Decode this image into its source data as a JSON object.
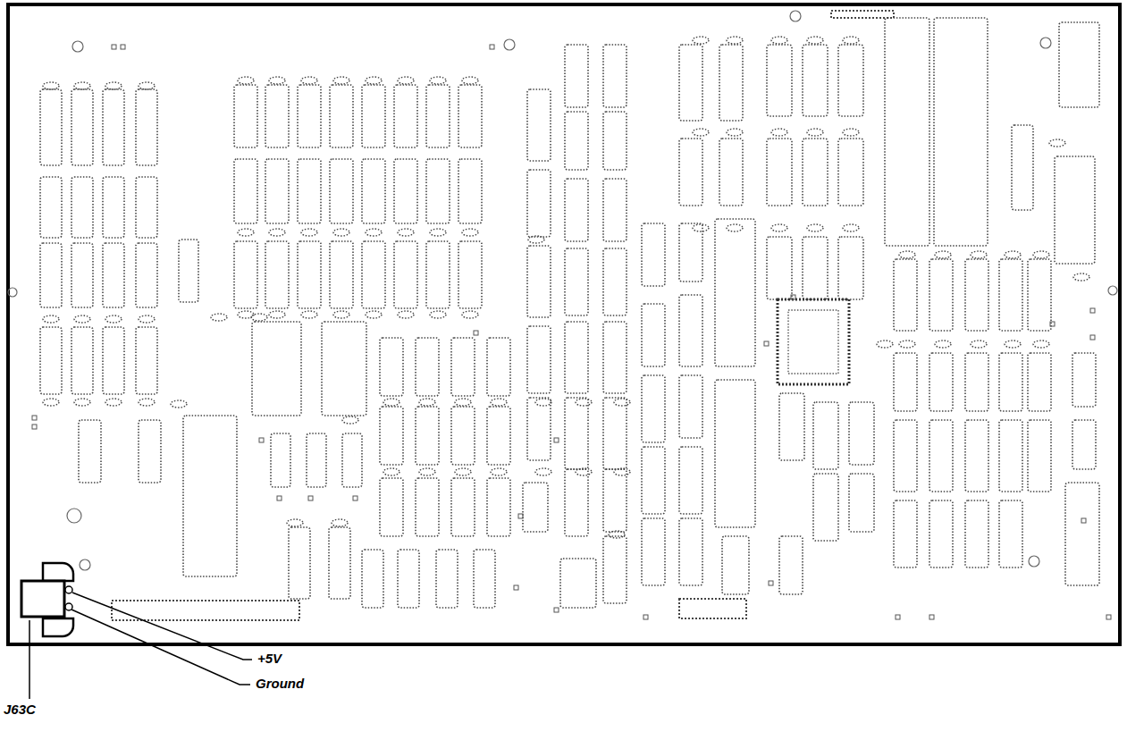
{
  "diagram": {
    "labels": [
      "J63C",
      "+5V",
      "Ground"
    ]
  }
}
